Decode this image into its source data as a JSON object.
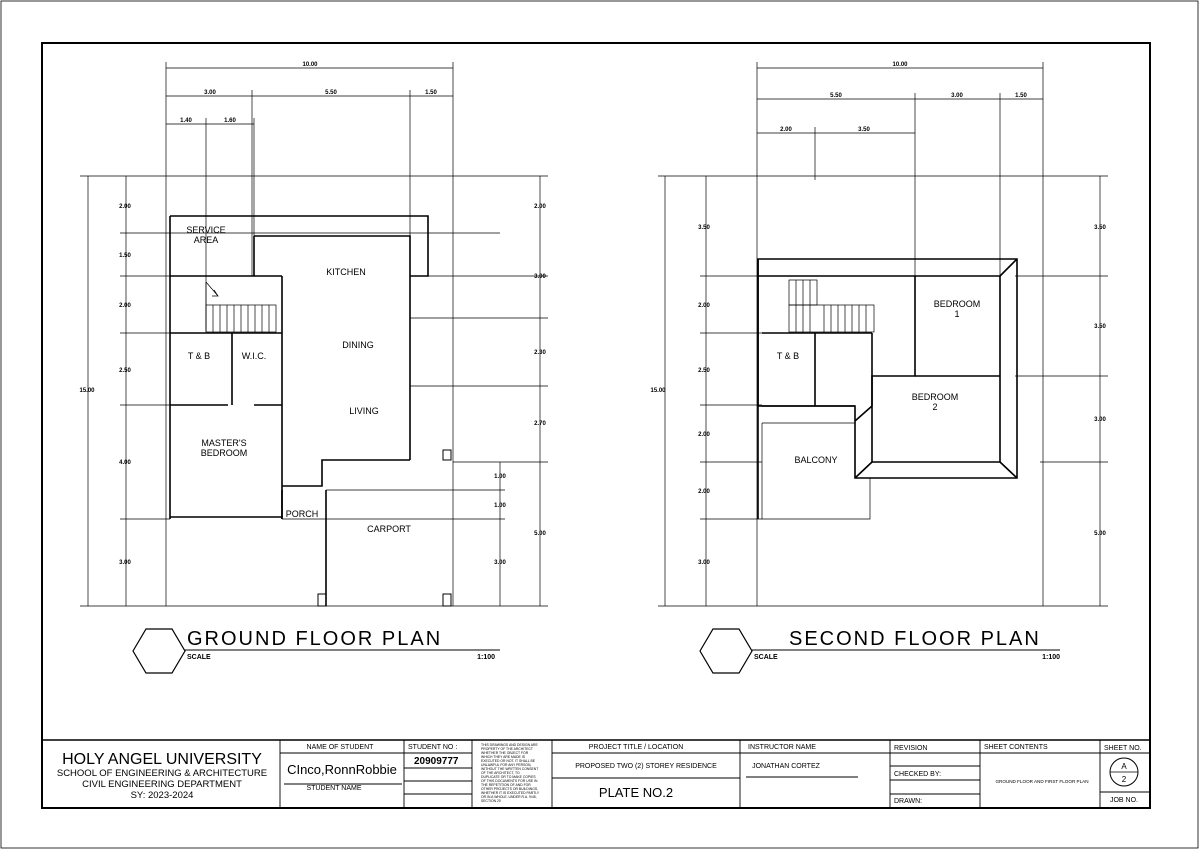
{
  "ground": {
    "title": "GROUND FLOOR PLAN",
    "scale_label": "SCALE",
    "scale_value": "1:100",
    "dims_top": [
      "10.00",
      "3.00",
      "5.50",
      "1.50",
      "1.40",
      "1.60"
    ],
    "dims_left": [
      "2.00",
      "1.50",
      "2.00",
      "2.50",
      "4.00",
      "3.00"
    ],
    "dim_total_left": "15.00",
    "dims_right": [
      "2.00",
      "3.00",
      "2.30",
      "2.70",
      "1.00",
      "1.00",
      "5.00",
      "3.00"
    ],
    "rooms": {
      "service_l1": "SERVICE",
      "service_l2": "AREA",
      "kitchen": "KITCHEN",
      "dining": "DINING",
      "living": "LIVING",
      "tb": "T & B",
      "wic": "W.I.C.",
      "master_l1": "MASTER'S",
      "master_l2": "BEDROOM",
      "porch": "PORCH",
      "carport": "CARPORT"
    }
  },
  "second": {
    "title": "SECOND FLOOR PLAN",
    "scale_label": "SCALE",
    "scale_value": "1:100",
    "dims_top": [
      "10.00",
      "5.50",
      "3.00",
      "1.50",
      "2.00",
      "3.50"
    ],
    "dims_left": [
      "3.50",
      "2.00",
      "2.50",
      "2.00",
      "2.00",
      "3.00"
    ],
    "dim_total_left": "15.00",
    "dims_right": [
      "3.50",
      "3.50",
      "3.00",
      "5.00"
    ],
    "rooms": {
      "bed1_l1": "BEDROOM",
      "bed1_l2": "1",
      "bed2_l1": "BEDROOM",
      "bed2_l2": "2",
      "tb": "T & B",
      "balcony": "BALCONY"
    }
  },
  "title_block": {
    "university": "HOLY ANGEL UNIVERSITY",
    "school": "SCHOOL OF ENGINEERING & ARCHITECTURE",
    "department": "CIVIL ENGINEERING DEPARTMENT",
    "sy": "SY: 2023-2024",
    "name_label": "NAME OF STUDENT",
    "student_name": "CInco,RonnRobbie",
    "student_name_label": "STUDENT NAME",
    "student_no_label": "STUDENT NO :",
    "student_no": "20909777",
    "legal_lines": [
      "THIS DRAWINGS AND DESIGN ARE",
      "PROPERTY OF THE ARCHITECT",
      "WHETHER THE OBJECT FOR",
      "WHICH THEY ARE MADE IS",
      "EXECUTED OR NOT. IT SHALL BE",
      "UNLAWFUL FOR ANY PERSON,",
      "WITHOUT THE WRITTEN CONSENT",
      "OF THE ARCHITECT, TO",
      "DUPLICATE OR TO MAKE COPIES",
      "OF THIS DOCUMENTS FOR USE IN",
      "THE REPETITION OF AND FOR",
      "OTHER PROJECTS OR BUILDINGS,",
      "WHETHER IT IS EXECUTED PARTLY",
      "OR IN A WHOLE. UNDER R.A. 9!45,",
      "SECTION 20"
    ],
    "project_label": "PROJECT TITLE / LOCATION",
    "project_title": "PROPOSED TWO (2) STOREY RESIDENCE",
    "plate": "PLATE NO.2",
    "instructor_label": "INSTRUCTOR NAME",
    "instructor": "JONATHAN CORTEZ",
    "revision_label": "REVISION",
    "checked_label": "CHECKED BY:",
    "drawn_label": "DRAWN:",
    "contents_label": "SHEET CONTENTS",
    "contents": "GROUND FLOOR AND FIRST FLOOR PLAN",
    "sheet_label": "SHEET NO.",
    "sheet_letter": "A",
    "sheet_number": "2",
    "job_label": "JOB NO."
  }
}
